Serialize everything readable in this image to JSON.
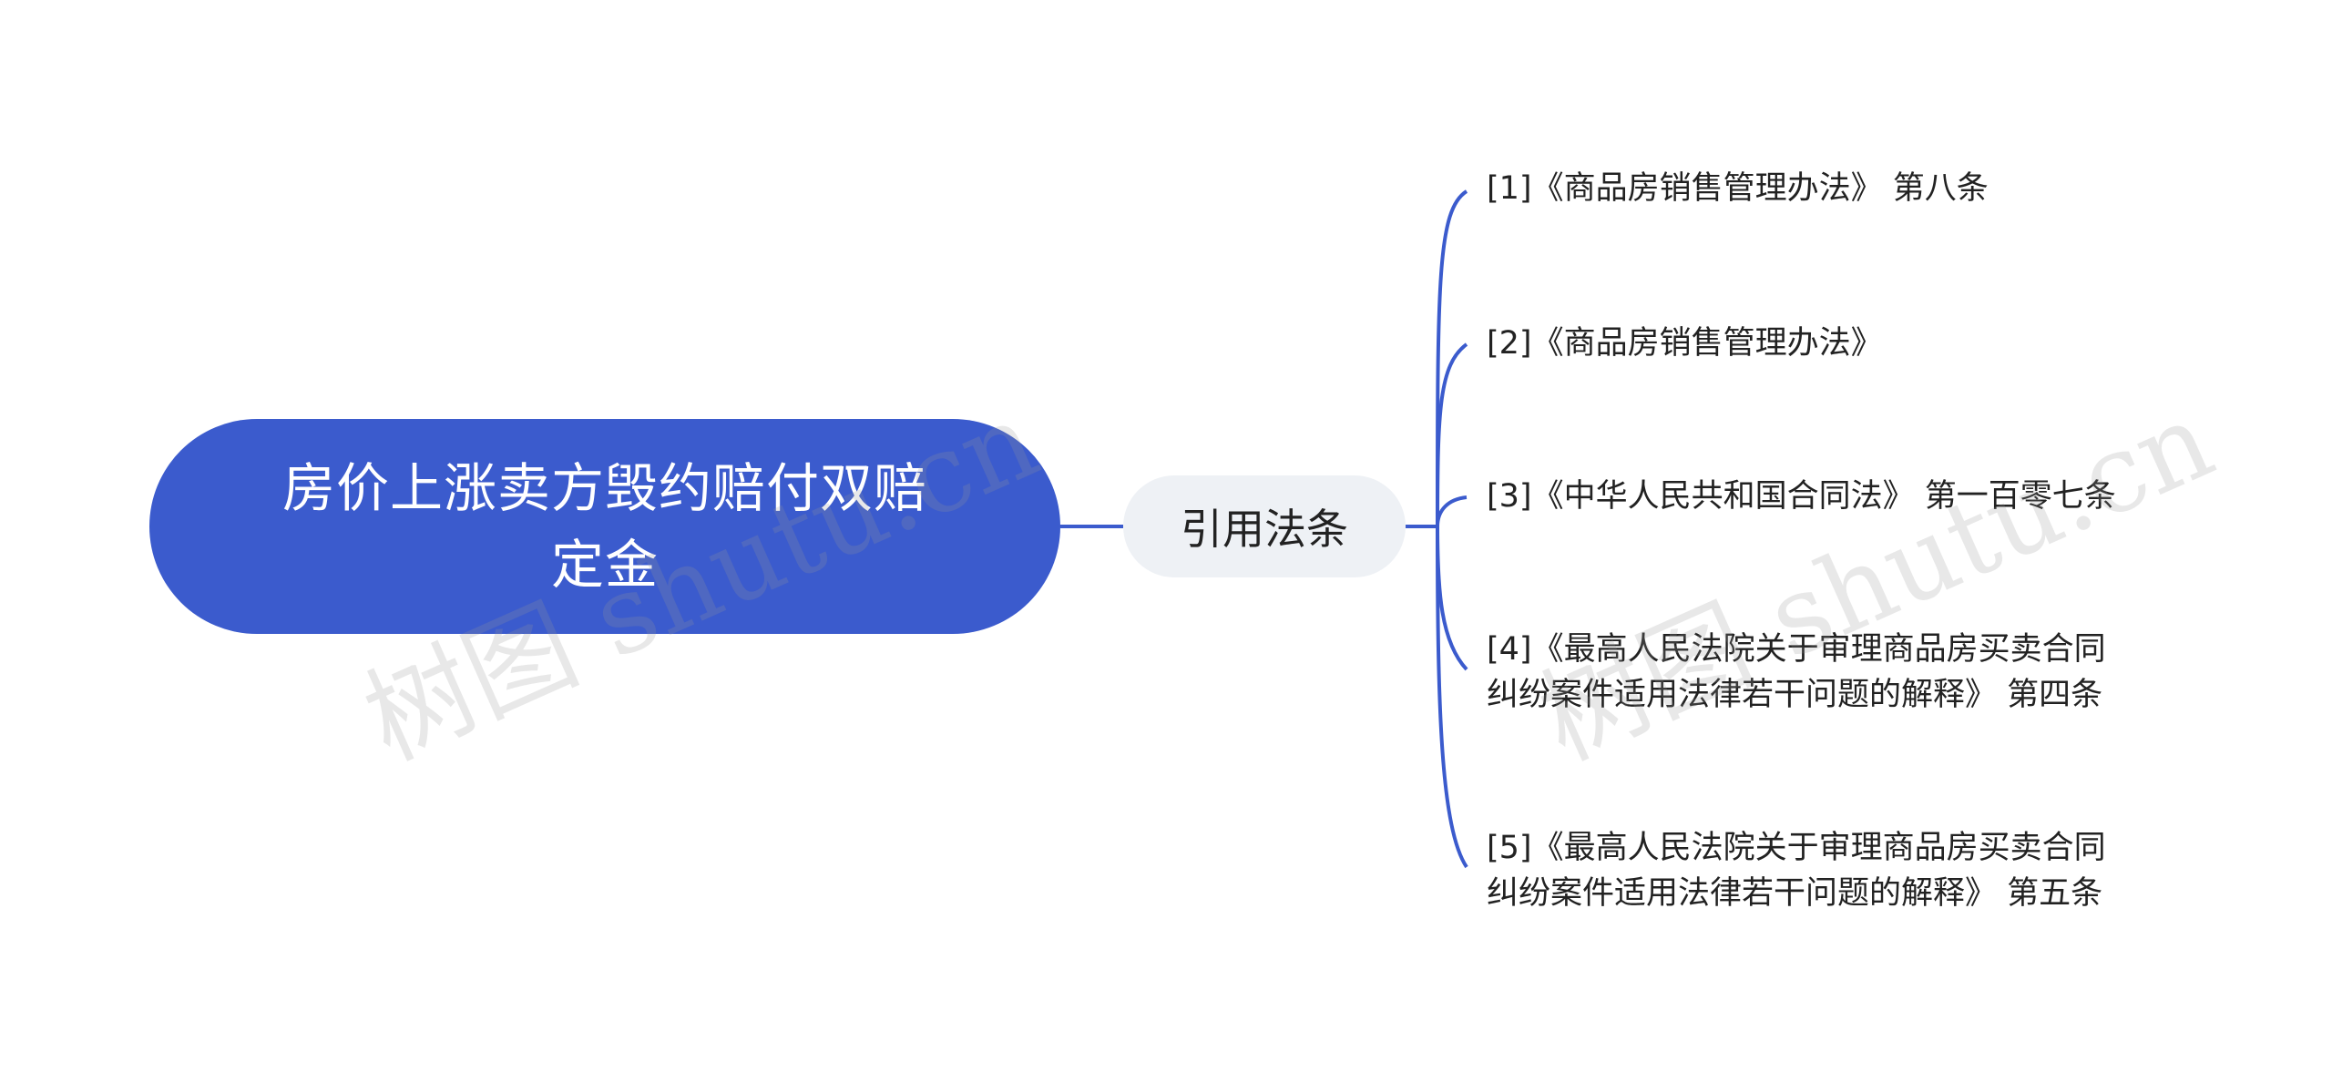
{
  "diagram": {
    "root": {
      "label": "房价上涨卖方毁约赔付双赔定金"
    },
    "branch": {
      "label": "引用法条"
    },
    "leaves": [
      {
        "lines": [
          "[1]《商品房销售管理办法》 第八条"
        ]
      },
      {
        "lines": [
          "[2]《商品房销售管理办法》"
        ]
      },
      {
        "lines": [
          "[3]《中华人民共和国合同法》 第一百零七条"
        ]
      },
      {
        "lines": [
          "[4]《最高人民法院关于审理商品房买卖合同",
          "纠纷案件适用法律若干问题的解释》 第四条"
        ]
      },
      {
        "lines": [
          "[5]《最高人民法院关于审理商品房买卖合同",
          "纠纷案件适用法律若干问题的解释》 第五条"
        ]
      }
    ]
  },
  "watermark": {
    "text": "树图 shutu.cn"
  },
  "colors": {
    "root_fill": "#3b5bcd",
    "branch_fill": "#eef1f5",
    "connector": "#3b5bcd",
    "text": "#222222"
  }
}
